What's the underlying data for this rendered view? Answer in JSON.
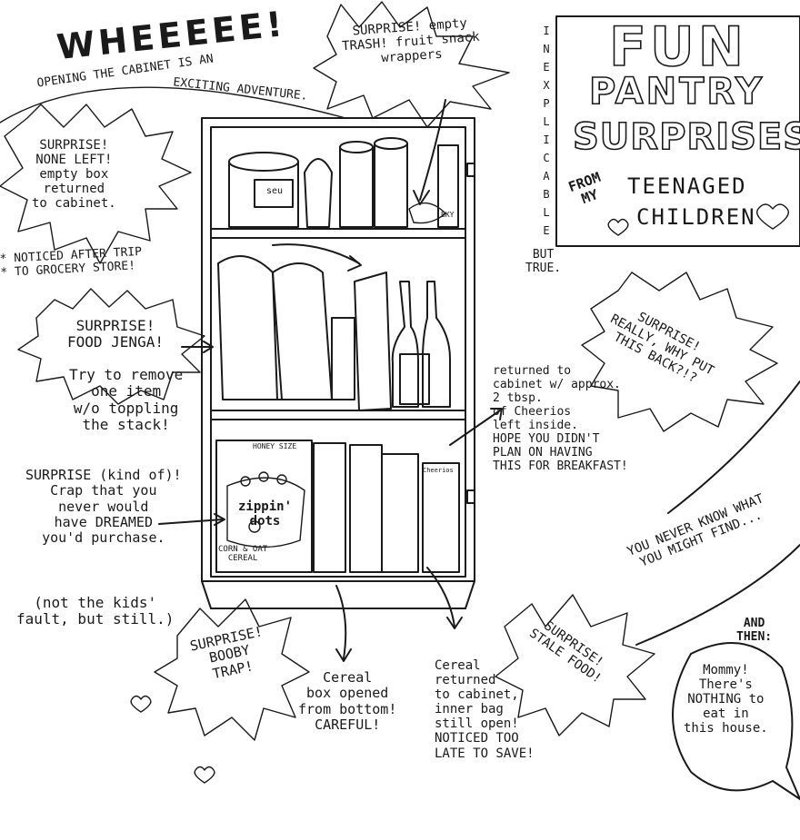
{
  "header": {
    "wheee": "WHEEEEE!",
    "arc_line1": "OPENING THE CABINET IS AN",
    "arc_line2": "EXCITING ADVENTURE."
  },
  "title": {
    "fun": "FUN",
    "pantry": "PANTRY",
    "surprises": "SURPRISES",
    "from_my": "FROM\nMY",
    "teenaged": "TEENAGED",
    "children": "CHILDREN",
    "inexplicable": "INEXPLICABLE",
    "but_true": "BUT\nTRUE."
  },
  "notes": {
    "trash": "SURPRISE! empty\nTRASH! fruit snack\nwrappers",
    "none_left": "SURPRISE!\nNONE LEFT!\nempty box\nreturned\nto cabinet.",
    "noticed_after": "* NOTICED AFTER TRIP\n* TO GROCERY STORE!",
    "jenga": "SURPRISE!\nFOOD JENGA!",
    "jenga_desc": "Try to remove\none item\nw/o toppling\nthe stack!",
    "crap": "SURPRISE (kind of)!\nCrap that you\nnever would\nhave DREAMED\nyou'd purchase.",
    "not_kids": "(not the kids'\nfault, but still.)",
    "really": "SURPRISE!\nREALLY, WHY PUT\nTHIS BACK?!?",
    "cheerios": "returned to\ncabinet w/ approx.\n2 tbsp.\nof Cheerios\nleft inside.\nHOPE YOU DIDN'T\nPLAN ON HAVING\nTHIS FOR BREAKFAST!",
    "never_know": "YOU NEVER KNOW WHAT\nYOU MIGHT FIND...",
    "and_then": "AND\nTHEN:",
    "mommy": "Mommy!\nThere's\nNOTHING to\neat in\nthis house.",
    "booby": "SURPRISE!\nBOOBY\nTRAP!",
    "booby_desc": "Cereal\nbox opened\nfrom bottom!\nCAREFUL!",
    "stale": "SURPRISE!\nSTALE FOOD!",
    "stale_desc": "Cereal\nreturned\nto cabinet,\ninner bag\nstill open!\nNOTICED TOO\nLATE TO SAVE!"
  },
  "pantry": {
    "can_label": "seu",
    "box_label": "zippin'\ndots",
    "cereal_label": "CORN & OAT\nCEREAL",
    "cheerios_label": "Cheerios",
    "bag_label": "BKY",
    "shelf_label": "HONEY SIZE"
  },
  "colors": {
    "ink": "#1a1a1a",
    "paper": "#ffffff"
  }
}
